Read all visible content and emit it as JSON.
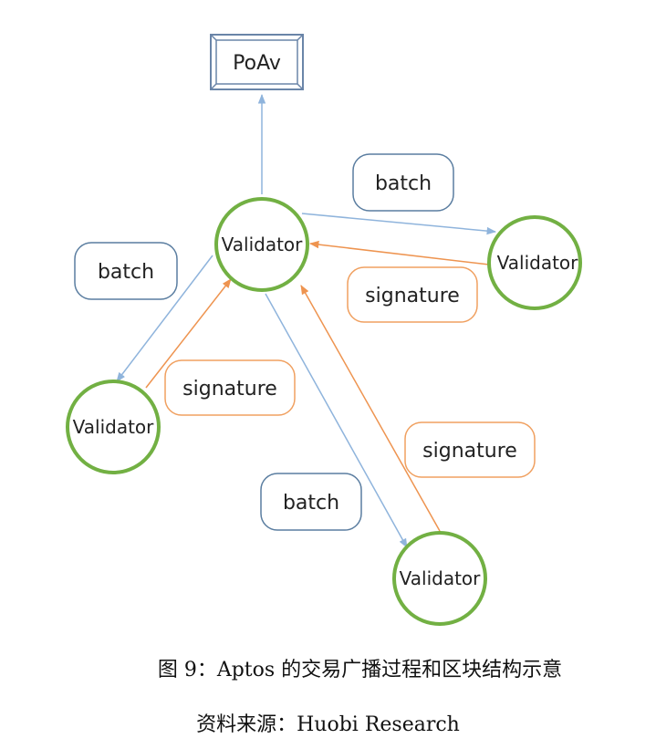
{
  "colors": {
    "validator_stroke": "#72b043",
    "batch_stroke": "#5a7da0",
    "batch_arrow": "#8fb4dc",
    "signature_stroke": "#f0a060",
    "signature_arrow": "#ee9450",
    "poav_stroke": "#6a85a8"
  },
  "diagram": {
    "poav_label": "PoAv",
    "validator_label": "Validator",
    "batch_label": "batch",
    "signature_label": "signature"
  },
  "caption": {
    "title": "图 9：Aptos 的交易广播过程和区块结构示意",
    "source": "资料来源：Huobi Research"
  }
}
